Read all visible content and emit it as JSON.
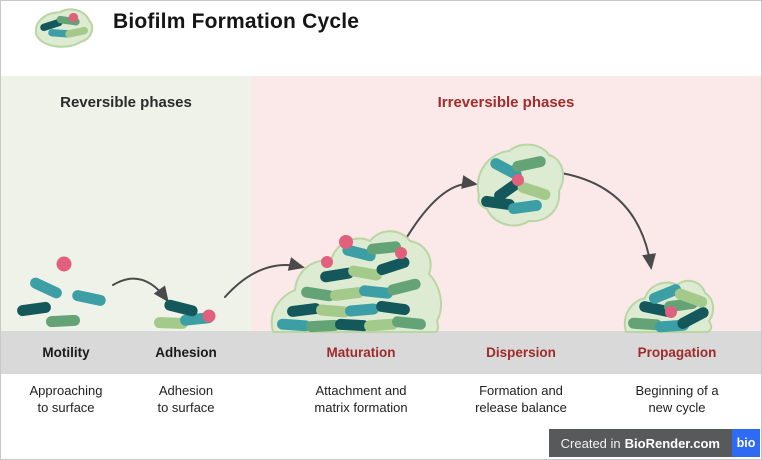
{
  "title": "Biofilm Formation Cycle",
  "sections": {
    "reversible": {
      "label": "Reversible phases",
      "text_color": "#2b2b2b",
      "background": "#eef2e9"
    },
    "irreversible": {
      "label": "Irreversible phases",
      "text_color": "#a02c2c",
      "background": "#fbe8e8"
    }
  },
  "stages": [
    {
      "name": "Motility",
      "description": "Approaching\nto surface",
      "phase": "reversible"
    },
    {
      "name": "Adhesion",
      "description": "Adhesion\nto surface",
      "phase": "reversible"
    },
    {
      "name": "Maturation",
      "description": "Attachment and\nmatrix formation",
      "phase": "irreversible"
    },
    {
      "name": "Dispersion",
      "description": "Formation and\nrelease balance",
      "phase": "irreversible"
    },
    {
      "name": "Propagation",
      "description": "Beginning of a\nnew cycle",
      "phase": "irreversible"
    }
  ],
  "badge": {
    "text": "Created in",
    "brand": "BioRender.com",
    "logo": "bio",
    "background": "#58595b",
    "logo_background": "#2f6af5"
  },
  "colors": {
    "stage_band": "#d9d9d9",
    "arrow": "#4a4a4a",
    "bacteria_dark_teal": "#14585c",
    "bacteria_teal": "#3b9fa5",
    "bacteria_green": "#63a375",
    "bacteria_light_green": "#a3c98b",
    "coccus_pink": "#e0607e",
    "matrix_fill": "#ddebd2",
    "matrix_stroke": "#b9d6a3"
  }
}
